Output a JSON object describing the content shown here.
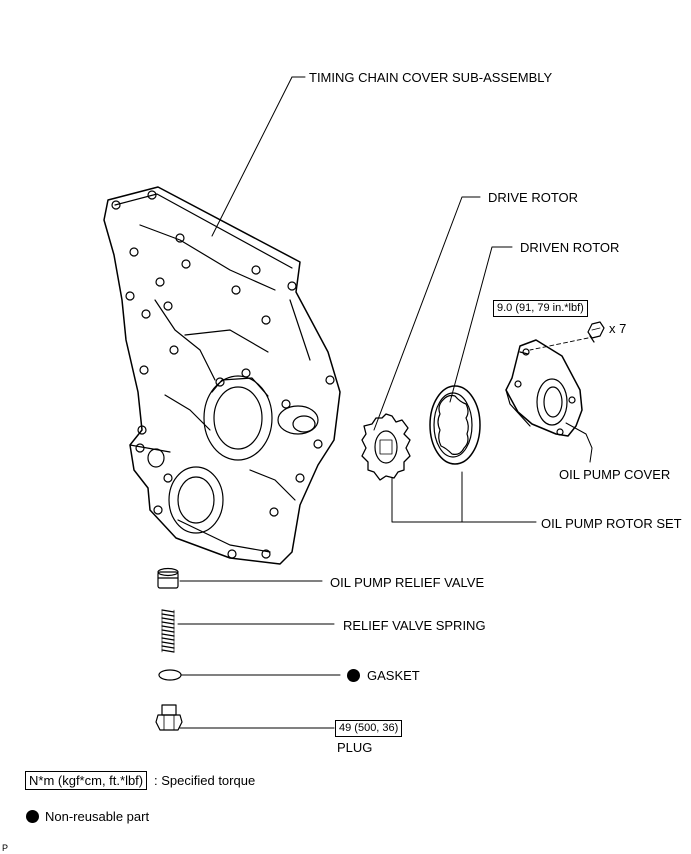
{
  "labels": {
    "timing_chain_cover": "TIMING CHAIN COVER SUB-ASSEMBLY",
    "drive_rotor": "DRIVE ROTOR",
    "driven_rotor": "DRIVEN ROTOR",
    "oil_pump_cover": "OIL PUMP COVER",
    "oil_pump_rotor_set": "OIL PUMP ROTOR SET",
    "oil_pump_relief_valve": "OIL PUMP RELIEF VALVE",
    "relief_valve_spring": "RELIEF VALVE SPRING",
    "gasket": "GASKET",
    "plug": "PLUG"
  },
  "torques": {
    "cover_bolt": "9.0 (91, 79 in.*lbf)",
    "cover_bolt_qty": "x 7",
    "plug": "49 (500, 36)"
  },
  "legend": {
    "torque_units": "N*m (kgf*cm, ft.*lbf)",
    "torque_desc": ": Specified torque",
    "non_reusable": "Non-reusable part"
  },
  "corner_mark": "P"
}
